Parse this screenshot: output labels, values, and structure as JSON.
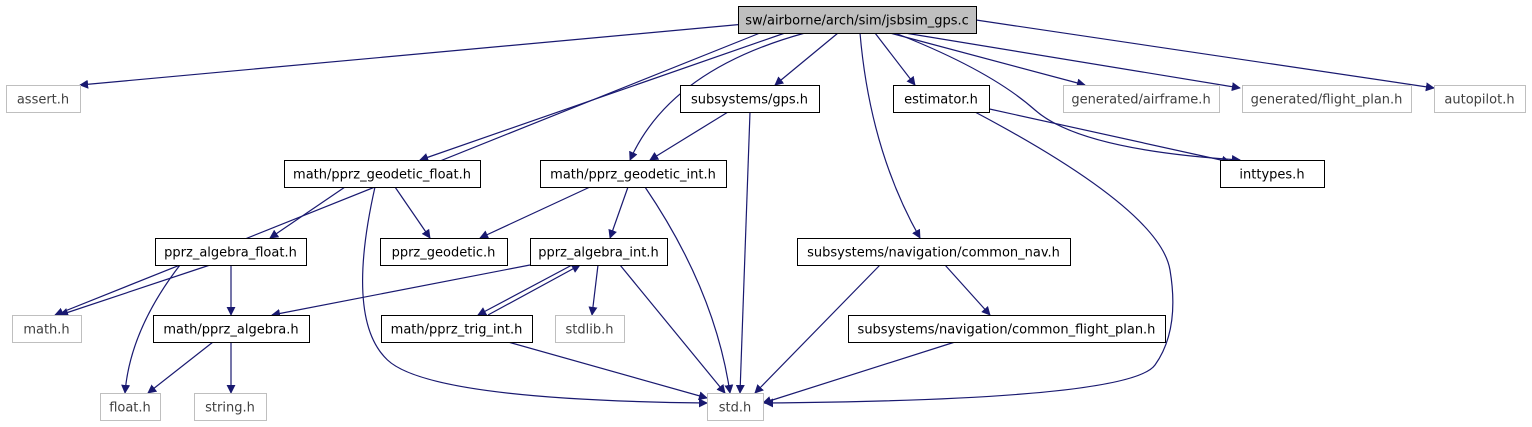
{
  "colors": {
    "edge": "#191970",
    "root_fill": "#bfbfbf",
    "root_border": "#000000",
    "node_border_documented": "#000000",
    "node_border_external": "#bfbfbf",
    "node_fill": "#ffffff",
    "text": "#000000",
    "text_external": "#404040"
  },
  "nodes": [
    {
      "id": "root",
      "label": "sw/airborne/arch/sim/jsbsim_gps.c",
      "style": "root"
    },
    {
      "id": "assert",
      "label": "assert.h",
      "style": "external"
    },
    {
      "id": "math",
      "label": "math.h",
      "style": "external"
    },
    {
      "id": "geo_float",
      "label": "math/pprz_geodetic_float.h",
      "style": "documented"
    },
    {
      "id": "sub_gps",
      "label": "subsystems/gps.h",
      "style": "documented"
    },
    {
      "id": "geo_int",
      "label": "math/pprz_geodetic_int.h",
      "style": "documented"
    },
    {
      "id": "estimator",
      "label": "estimator.h",
      "style": "documented"
    },
    {
      "id": "gen_airframe",
      "label": "generated/airframe.h",
      "style": "external"
    },
    {
      "id": "gen_flight",
      "label": "generated/flight_plan.h",
      "style": "external"
    },
    {
      "id": "autopilot",
      "label": "autopilot.h",
      "style": "external"
    },
    {
      "id": "inttypes",
      "label": "inttypes.h",
      "style": "documented"
    },
    {
      "id": "alg_float",
      "label": "pprz_algebra_float.h",
      "style": "documented"
    },
    {
      "id": "pprz_geodetic",
      "label": "pprz_geodetic.h",
      "style": "documented"
    },
    {
      "id": "alg_int",
      "label": "pprz_algebra_int.h",
      "style": "documented"
    },
    {
      "id": "common_nav",
      "label": "subsystems/navigation/common_nav.h",
      "style": "documented"
    },
    {
      "id": "pprz_algebra",
      "label": "math/pprz_algebra.h",
      "style": "documented"
    },
    {
      "id": "trig_int",
      "label": "math/pprz_trig_int.h",
      "style": "documented"
    },
    {
      "id": "stdlib",
      "label": "stdlib.h",
      "style": "external"
    },
    {
      "id": "common_fp",
      "label": "subsystems/navigation/common_flight_plan.h",
      "style": "documented"
    },
    {
      "id": "float",
      "label": "float.h",
      "style": "external"
    },
    {
      "id": "string",
      "label": "string.h",
      "style": "external"
    },
    {
      "id": "std",
      "label": "std.h",
      "style": "external"
    }
  ],
  "edges": [
    [
      "root",
      "assert"
    ],
    [
      "root",
      "math"
    ],
    [
      "root",
      "geo_float"
    ],
    [
      "root",
      "sub_gps"
    ],
    [
      "root",
      "geo_int"
    ],
    [
      "root",
      "estimator"
    ],
    [
      "root",
      "gen_airframe"
    ],
    [
      "root",
      "gen_flight"
    ],
    [
      "root",
      "autopilot"
    ],
    [
      "root",
      "inttypes"
    ],
    [
      "root",
      "common_nav"
    ],
    [
      "sub_gps",
      "geo_int"
    ],
    [
      "sub_gps",
      "std"
    ],
    [
      "estimator",
      "inttypes"
    ],
    [
      "estimator",
      "std"
    ],
    [
      "geo_float",
      "alg_float"
    ],
    [
      "geo_float",
      "pprz_geodetic"
    ],
    [
      "geo_float",
      "std"
    ],
    [
      "geo_int",
      "pprz_geodetic"
    ],
    [
      "geo_int",
      "alg_int"
    ],
    [
      "geo_int",
      "std"
    ],
    [
      "alg_float",
      "math"
    ],
    [
      "alg_float",
      "pprz_algebra"
    ],
    [
      "alg_float",
      "float"
    ],
    [
      "alg_int",
      "pprz_algebra"
    ],
    [
      "alg_int",
      "trig_int"
    ],
    [
      "alg_int",
      "stdlib"
    ],
    [
      "alg_int",
      "std"
    ],
    [
      "trig_int",
      "alg_int"
    ],
    [
      "trig_int",
      "std"
    ],
    [
      "pprz_algebra",
      "float"
    ],
    [
      "pprz_algebra",
      "string"
    ],
    [
      "common_nav",
      "common_fp"
    ],
    [
      "common_nav",
      "std"
    ],
    [
      "common_fp",
      "std"
    ]
  ]
}
